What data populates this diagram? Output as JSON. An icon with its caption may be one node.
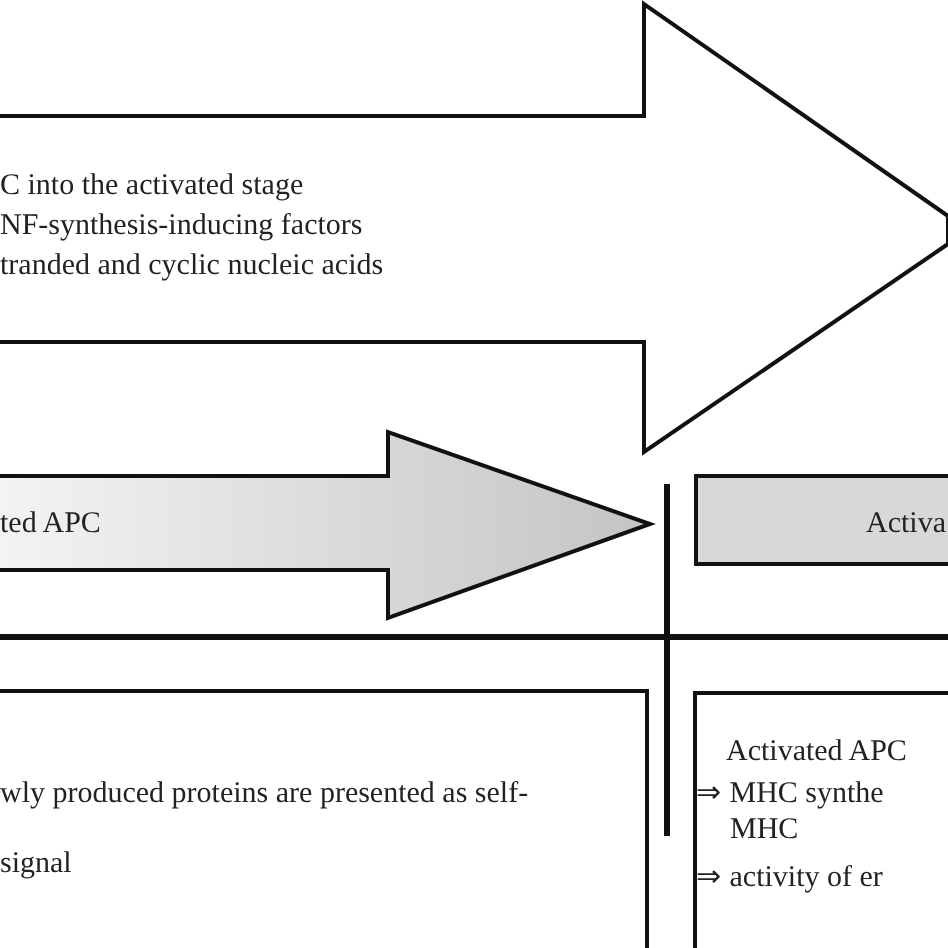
{
  "diagram": {
    "nodes": [
      {
        "text": [
          "C into the activated stage",
          "NF-synthesis-inducing factors",
          "tranded and cyclic nucleic acids"
        ]
      },
      {
        "text": [
          "ted APC"
        ]
      },
      {
        "text": [
          "Activa"
        ]
      },
      {
        "text": [
          "wly produced proteins are presented as self-",
          "signal"
        ]
      },
      {
        "text": [
          "Activated APC",
          "⇒ MHC synthe MHC",
          "⇒ activity of er"
        ]
      }
    ]
  }
}
